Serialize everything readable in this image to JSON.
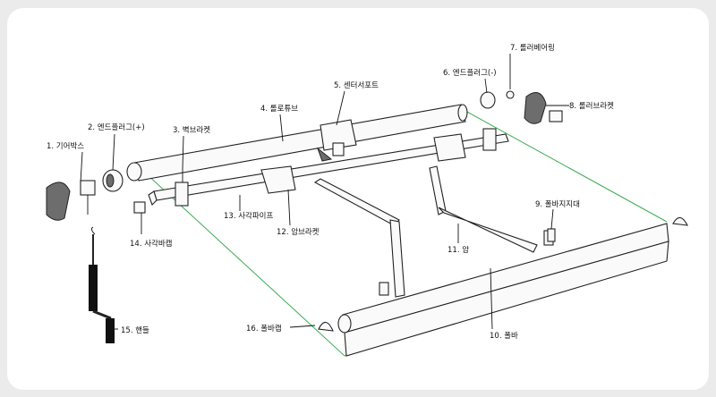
{
  "colors": {
    "background": "#ebebeb",
    "panel": "#ffffff",
    "outline": "#222222",
    "fabric_edge": "#3faa55"
  },
  "labels": {
    "gear_box": "1. 기어박스",
    "end_plug_plus": "2. 엔드플러그(+)",
    "wall_bracket": "3. 벽브라켓",
    "roller_tube": "4. 롤로튜브",
    "center_support": "5. 센터서포트",
    "end_plug_minus": "6. 엔드플러그(-)",
    "roller_bearing": "7. 롤러베어링",
    "roller_bracket": "8. 롤러브라켓",
    "bar_support": "9. 폴바지지대",
    "front_bar": "10. 폴바",
    "arm": "11. 암",
    "arm_bracket": "12. 암브라켓",
    "square_pipe": "13. 사각파이프",
    "square_cap": "14. 사각바캡",
    "handle": "15. 핸들",
    "bar_cap": "16. 폴바캡"
  }
}
